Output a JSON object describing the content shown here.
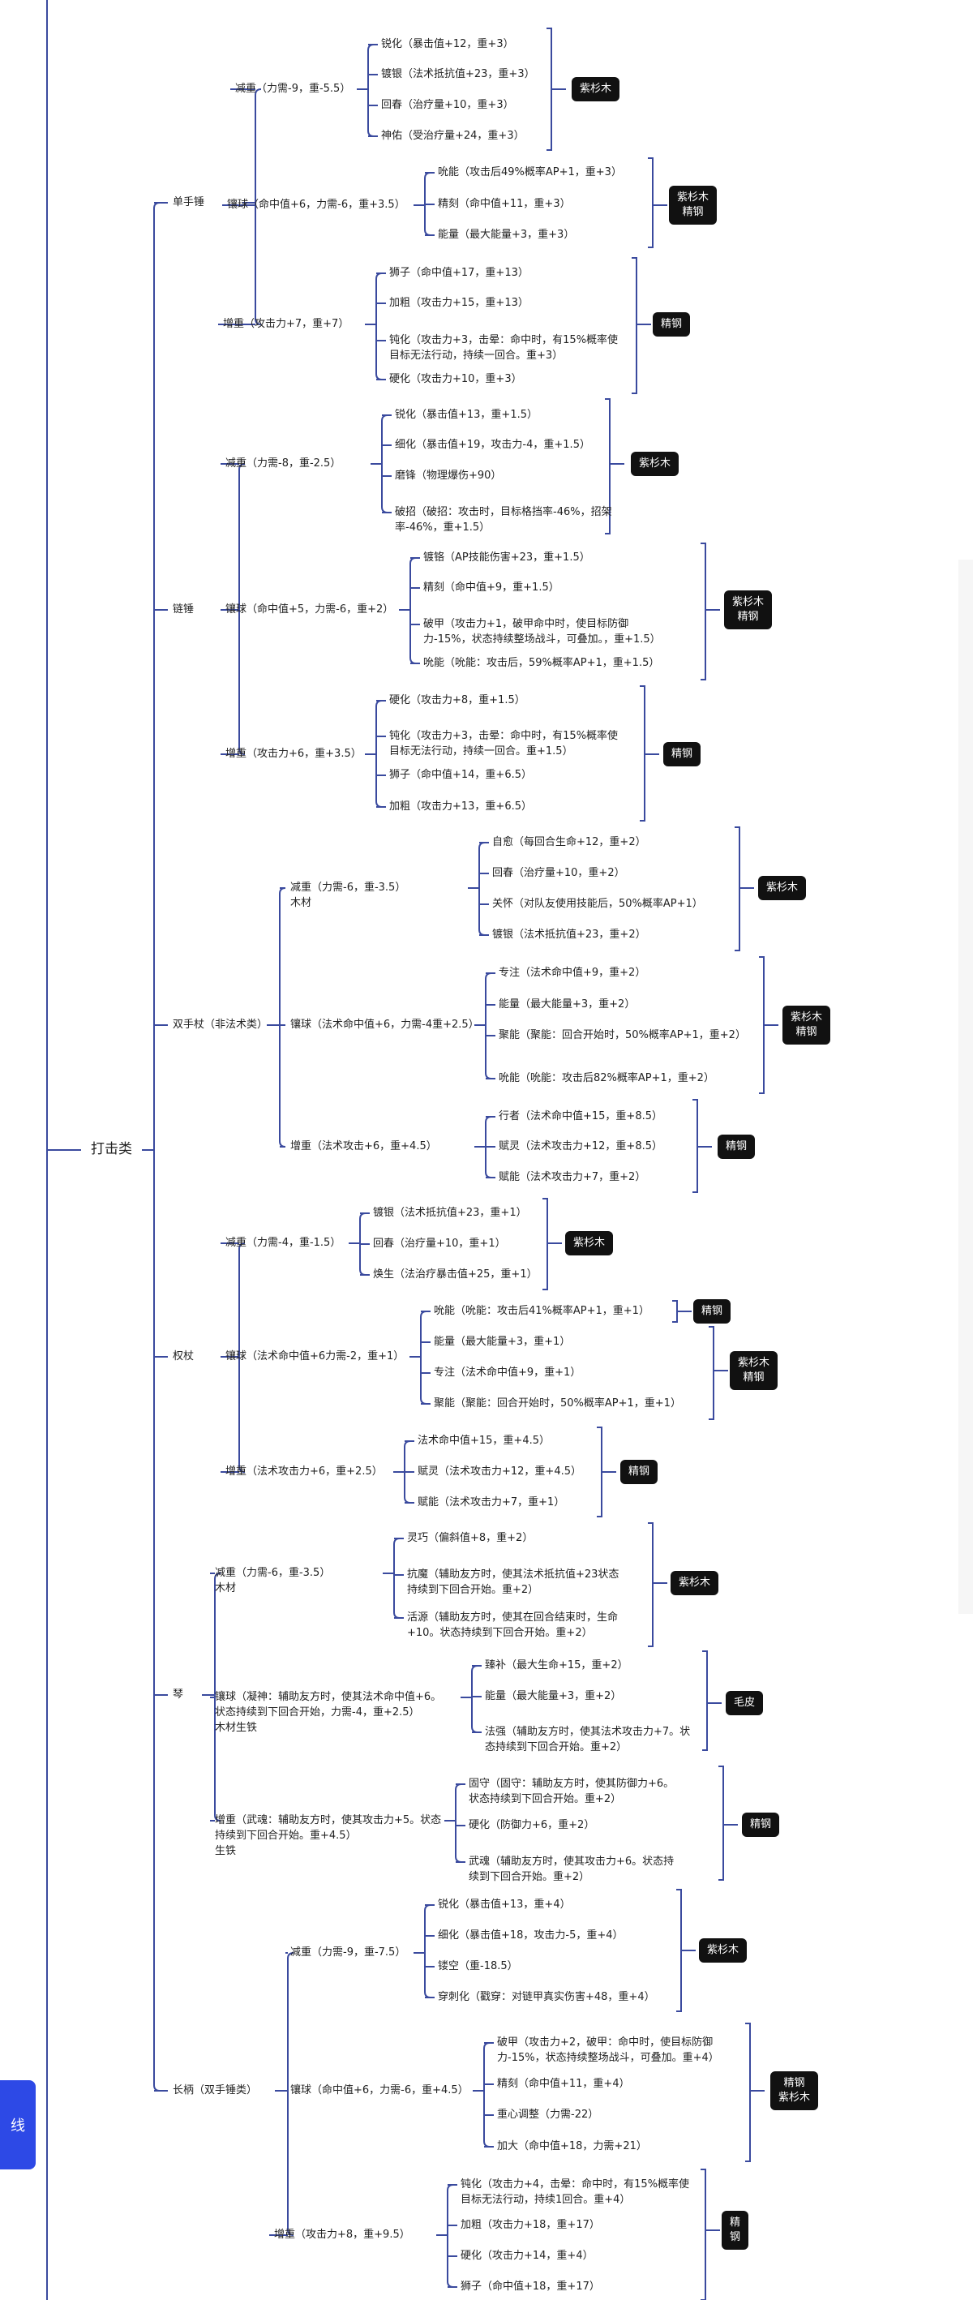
{
  "root": "打击类",
  "side_tab_label": "线",
  "colors": {
    "line": "#3a4a9e",
    "tag_bg": "#111111",
    "tab": "#2d49e6"
  },
  "groups": [
    {
      "name": "单手锤",
      "subs": [
        {
          "name": "减重（力需-9，重-5.5）",
          "items": [
            "锐化（暴击值+12，重+3）",
            "镀银（法术抵抗值+23，重+3）",
            "回春（治疗量+10，重+3）",
            "神佑（受治疗量+24，重+3）"
          ],
          "tag": "紫杉木"
        },
        {
          "name": "镶球（命中值+6，力需-6，重+3.5）",
          "items": [
            "吮能（攻击后49%概率AP+1，重+3）",
            "精刻（命中值+11，重+3）",
            "能量（最大能量+3，重+3）"
          ],
          "tag": "紫杉木\n精钢"
        },
        {
          "name": "增重（攻击力+7，重+7）",
          "items": [
            "狮子（命中值+17，重+13）",
            "加粗（攻击力+15，重+13）",
            "钝化（攻击力+3，击晕：命中时，有15%概率使目标无法行动，持续一回合。重+3）",
            "硬化（攻击力+10，重+3）"
          ],
          "tag": "精钢"
        }
      ]
    },
    {
      "name": "链锤",
      "subs": [
        {
          "name": "减重（力需-8，重-2.5）",
          "items": [
            "锐化（暴击值+13，重+1.5）",
            "细化（暴击值+19，攻击力-4，重+1.5）",
            "磨锋（物理爆伤+90）",
            "破招（破招：攻击时，目标格挡率-46%，招架率-46%，重+1.5）"
          ],
          "tag": "紫杉木"
        },
        {
          "name": "镶球（命中值+5，力需-6，重+2）",
          "items": [
            "镀铬（AP技能伤害+23，重+1.5）",
            "精刻（命中值+9，重+1.5）",
            "破甲（攻击力+1，破甲命中时，使目标防御力-15%，状态持续整场战斗，可叠加。，重+1.5）",
            "吮能（吮能：攻击后，59%概率AP+1，重+1.5）"
          ],
          "tag": "紫杉木\n精钢"
        },
        {
          "name": "增重（攻击力+6，重+3.5）",
          "items": [
            "硬化（攻击力+8，重+1.5）",
            "钝化（攻击力+3，击晕：命中时，有15%概率使目标无法行动，持续一回合。重+1.5）",
            "狮子（命中值+14，重+6.5）",
            "加粗（攻击力+13，重+6.5）"
          ],
          "tag": "精钢"
        }
      ]
    },
    {
      "name": "双手杖（非法术类）",
      "subs": [
        {
          "name": "减重（力需-6，重-3.5）\n木材",
          "items": [
            "自愈（每回合生命+12，重+2）",
            "回春（治疗量+10，重+2）",
            "关怀（对队友使用技能后，50%概率AP+1）",
            "镀银（法术抵抗值+23，重+2）"
          ],
          "tag": "紫杉木"
        },
        {
          "name": "镶球（法术命中值+6，力需-4重+2.5）",
          "items": [
            "专注（法术命中值+9，重+2）",
            "能量（最大能量+3，重+2）",
            "聚能（聚能：回合开始时，50%概率AP+1，重+2）",
            "吮能（吮能：攻击后82%概率AP+1，重+2）"
          ],
          "tag": "紫杉木\n精钢"
        },
        {
          "name": "增重（法术攻击+6，重+4.5）",
          "items": [
            "行者（法术命中值+15，重+8.5）",
            "赋灵（法术攻击力+12，重+8.5）",
            "赋能（法术攻击力+7，重+2）"
          ],
          "tag": "精钢"
        }
      ]
    },
    {
      "name": "权杖",
      "subs": [
        {
          "name": "减重（力需-4，重-1.5）",
          "items": [
            "镀银（法术抵抗值+23，重+1）",
            "回春（治疗量+10，重+1）",
            "焕生（法治疗暴击值+25，重+1）"
          ],
          "tag": "紫杉木"
        },
        {
          "name": "镶球（法术命中值+6力需-2，重+1）",
          "items": [
            "吮能（吮能：攻击后41%概率AP+1，重+1）",
            "能量（最大能量+3，重+1）",
            "专注（法术命中值+9，重+1）",
            "聚能（聚能：回合开始时，50%概率AP+1，重+1）"
          ],
          "tag": "精钢",
          "tag2": "紫杉木\n精钢"
        },
        {
          "name": "增重（法术攻击力+6，重+2.5）",
          "items": [
            "法术命中值+15，重+4.5）",
            "赋灵（法术攻击力+12，重+4.5）",
            "赋能（法术攻击力+7，重+1）"
          ],
          "tag": "精钢"
        }
      ]
    },
    {
      "name": "琴",
      "subs": [
        {
          "name": "减重（力需-6，重-3.5）\n木材",
          "items": [
            "灵巧（偏斜值+8，重+2）",
            "抗魔（辅助友方时，使其法术抵抗值+23状态持续到下回合开始。重+2）",
            "活源（辅助友方时，使其在回合结束时，生命+10。状态持续到下回合开始。重+2）"
          ],
          "tag": "紫杉木"
        },
        {
          "name": "镶球（凝神：辅助友方时，使其法术命中值+6。状态持续到下回合开始，力需-4，重+2.5）\n木材生铁",
          "items": [
            "臻补（最大生命+15，重+2）",
            "能量（最大能量+3，重+2）",
            "法强（辅助友方时，使其法术攻击力+7。状态持续到下回合开始。重+2）"
          ],
          "tag": "毛皮"
        },
        {
          "name": "增重（武魂：辅助友方时，使其攻击力+5。状态持续到下回合开始。重+4.5）\n生铁",
          "items": [
            "固守（固守：辅助友方时，使其防御力+6。状态持续到下回合开始。重+2）",
            "硬化（防御力+6，重+2）",
            "武魂（辅助友方时，使其攻击力+6。状态持续到下回合开始。重+2）"
          ],
          "tag": "精钢"
        }
      ]
    },
    {
      "name": "长柄（双手锤类）",
      "subs": [
        {
          "name": "减重（力需-9，重-7.5）",
          "items": [
            "锐化（暴击值+13，重+4）",
            "细化（暴击值+18，攻击力-5，重+4）",
            "镂空（重-18.5）",
            "穿刺化（戳穿：对链甲真实伤害+48，重+4）"
          ],
          "tag": "紫杉木"
        },
        {
          "name": "镶球（命中值+6，力需-6，重+4.5）",
          "items": [
            "破甲（攻击力+2，破甲：命中时，使目标防御力-15%，状态持续整场战斗，可叠加。重+4）",
            "精刻（命中值+11，重+4）",
            "重心调整（力需-22）",
            "加大（命中值+18，力需+21）"
          ],
          "tag": "精钢\n紫杉木"
        },
        {
          "name": "增重（攻击力+8，重+9.5）",
          "items": [
            "钝化（攻击力+4，击晕：命中时，有15%概率使目标无法行动，持续1回合。重+4）",
            "加粗（攻击力+18，重+17）",
            "硬化（攻击力+14，重+4）",
            "狮子（命中值+18，重+17）"
          ],
          "tag": "精\n钢"
        }
      ]
    }
  ]
}
